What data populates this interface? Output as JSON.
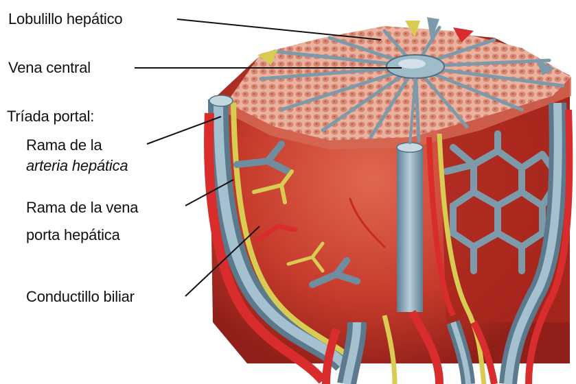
{
  "labels": {
    "lobule": "Lobulillo hepático",
    "central_vein": "Vena central",
    "portal_triad": "Tríada portal:",
    "artery_line1": "Rama de la",
    "artery_line2": "arteria hepática",
    "portal_vein_line1": "Rama de la vena",
    "portal_vein_line2": "porta hepática",
    "bile_duct": "Conductillo biliar"
  },
  "colors": {
    "hepatocyte": "#e7a491",
    "hepatocyte_cell": "#cf7a68",
    "parenchyma": "#c0392b",
    "artery": "#d92c2c",
    "vein": "#7f9eb0",
    "vein_light": "#a9c2cf",
    "bile": "#d9cc52",
    "leader_line": "#111111"
  }
}
